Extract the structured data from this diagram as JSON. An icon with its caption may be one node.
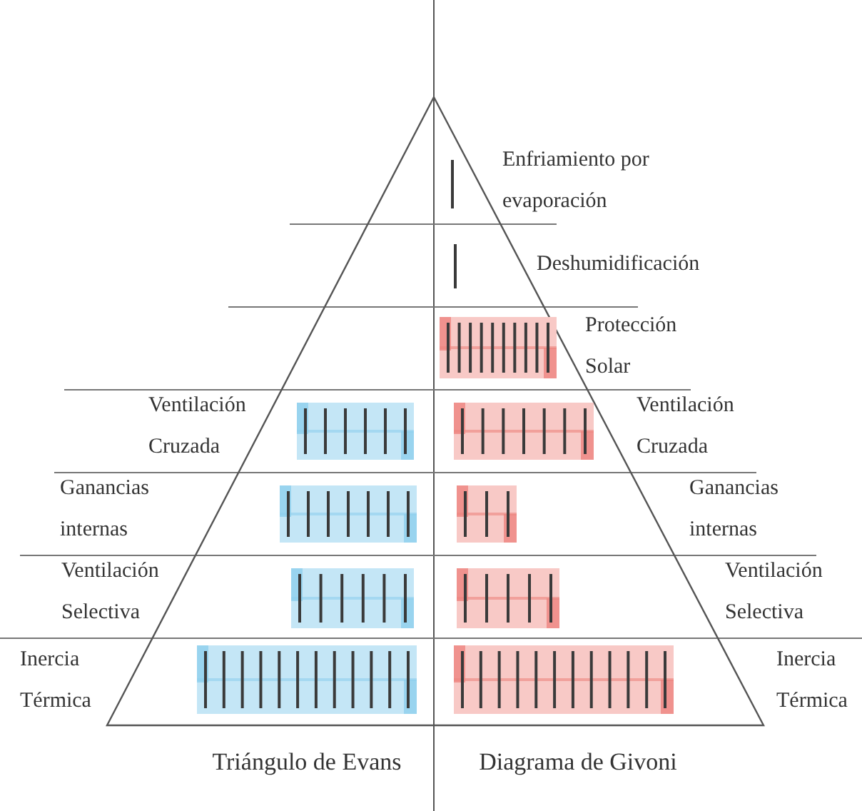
{
  "diagram": {
    "labels": [
      "Enfriamiento por evaporación",
      "Deshumidificación",
      "Protección Solar",
      "Ventilación Cruzada",
      "Ventilación Cruzada",
      "Ganancias internas",
      "Ganancias internas",
      "Ventilación Selectiva",
      "Ventilación Selectiva",
      "Inercia Térmica",
      "Inercia Térmica",
      "Triángulo de Evans",
      "Diagrama de Givoni"
    ]
  }
}
